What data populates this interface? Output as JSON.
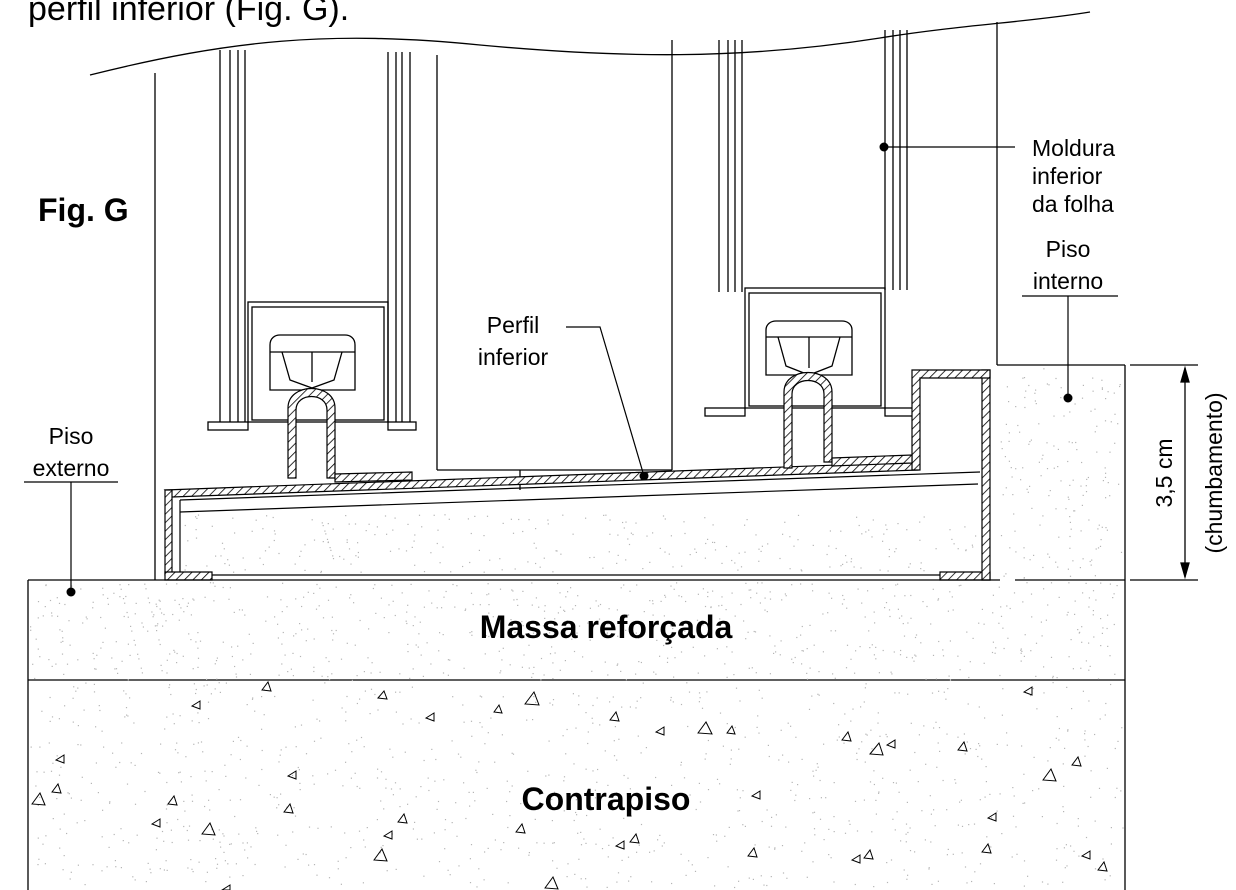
{
  "header_fragment": "perfil inferior (Fig. G).",
  "figure_label": "Fig. G",
  "labels": {
    "moldura": [
      "Moldura",
      "inferior",
      "da folha"
    ],
    "piso_interno": [
      "Piso",
      "interno"
    ],
    "piso_externo": [
      "Piso",
      "externo"
    ],
    "perfil_inferior": [
      "Perfil",
      "inferior"
    ],
    "massa": "Massa reforçada",
    "contrapiso": "Contrapiso",
    "dimension_value": "3,5 cm",
    "dimension_note": "(chumbamento)"
  },
  "colors": {
    "line": "#000000",
    "fill": "#ffffff",
    "speckle": "#b5b5b5"
  },
  "hatch_style": "diagonal"
}
